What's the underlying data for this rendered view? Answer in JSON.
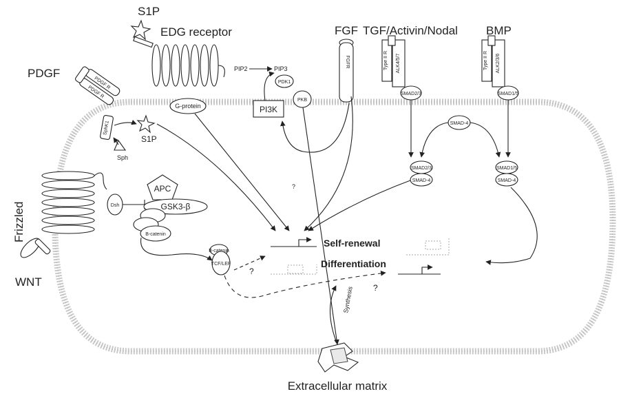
{
  "labels": {
    "s1p_top": "S1P",
    "edg_receptor": "EDG receptor",
    "pdgf": "PDGF",
    "pdgf_r_1": "PDGF R",
    "pdgf_r_2": "PDGF R",
    "sphk1": "SphK1",
    "s1p_mid": "S1P",
    "sph": "Sph",
    "g_protein": "G-protein",
    "pip2": "PIP2",
    "pip3": "PIP3",
    "pdk1": "PDK1",
    "pkb": "PKB",
    "pi3k": "PI3K",
    "fgf": "FGF",
    "fgfr": "FGFR",
    "tgf": "TGF/Activin/Nodal",
    "bmp": "BMP",
    "type2r_a": "Type II R",
    "alk": "ALK4/5/7",
    "type2r_b": "Type II R",
    "alk2": "ALK2/3/6",
    "smad23": "SMAD2/3",
    "smad15": "SMAD1/5",
    "smad4": "SMAD-4",
    "smad23_b": "SMAD2/3",
    "smad4_b": "SMAD-4",
    "smad15_b": "SMAD1/5",
    "smad4_c": "SMAD-4",
    "frizzled": "Frizzled",
    "wnt": "WNT",
    "dsh": "Dsh",
    "apc": "APC",
    "gsk3b": "GSK3-β",
    "bcatenin": "B-catenin",
    "bcatenin2": "B-catenin",
    "tcf_lef": "TCF/LEF",
    "self_renewal": "Self-renewal",
    "differentiation": "Differentiation",
    "q1": "?",
    "q2": "?",
    "q3": "?",
    "synthesis": "Synthesis",
    "ecm": "Extracellular matrix"
  }
}
